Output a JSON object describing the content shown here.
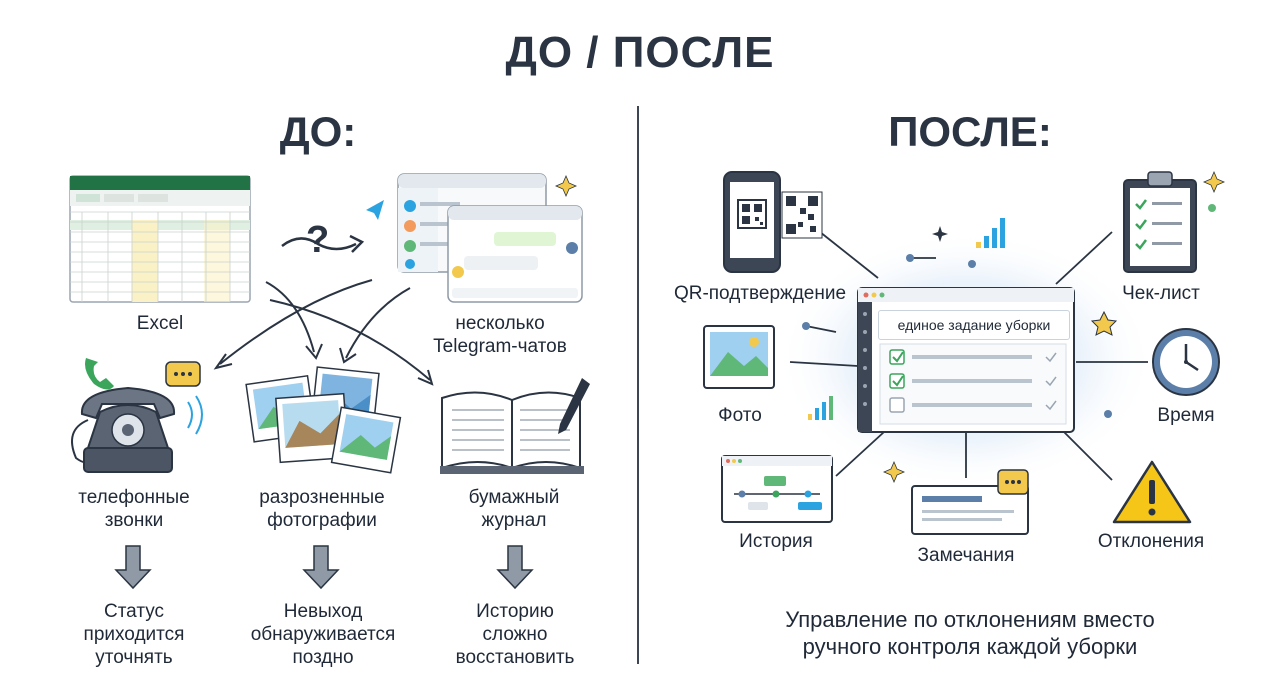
{
  "header": {
    "title": "ДО / ПОСЛЕ"
  },
  "before": {
    "title": "ДО:",
    "sources": {
      "excel": "Excel",
      "telegram": [
        "несколько",
        "Telegram-чатов"
      ]
    },
    "question_mark": "?",
    "items": [
      {
        "label": [
          "телефонные",
          "звонки"
        ],
        "outcome": [
          "Статус",
          "приходится",
          "уточнять"
        ]
      },
      {
        "label": [
          "разрозненные",
          "фотографии"
        ],
        "outcome": [
          "Невыход",
          "обнаруживается",
          "поздно"
        ]
      },
      {
        "label": [
          "бумажный",
          "журнал"
        ],
        "outcome": [
          "Историю",
          "сложно",
          "восстановить"
        ]
      }
    ]
  },
  "after": {
    "title": "ПОСЛЕ:",
    "center_label": "единое задание уборки",
    "features": {
      "qr": "QR-подтверждение",
      "checklist": "Чек-лист",
      "photo": "Фото",
      "time": "Время",
      "history": "История",
      "remarks": "Замечания",
      "deviations": "Отклонения"
    },
    "footer": [
      "Управление по отклонениям вместо",
      "ручного контроля каждой уборки"
    ]
  },
  "colors": {
    "dark": "#2a3442",
    "excel_green": "#217346",
    "telegram_blue": "#2aa3e0",
    "accent_yellow": "#f2c94c",
    "warning_yellow": "#f5c518",
    "check_green": "#3ba55c",
    "glow_green": "#dff5e6",
    "glow_blue": "#e3efff"
  }
}
